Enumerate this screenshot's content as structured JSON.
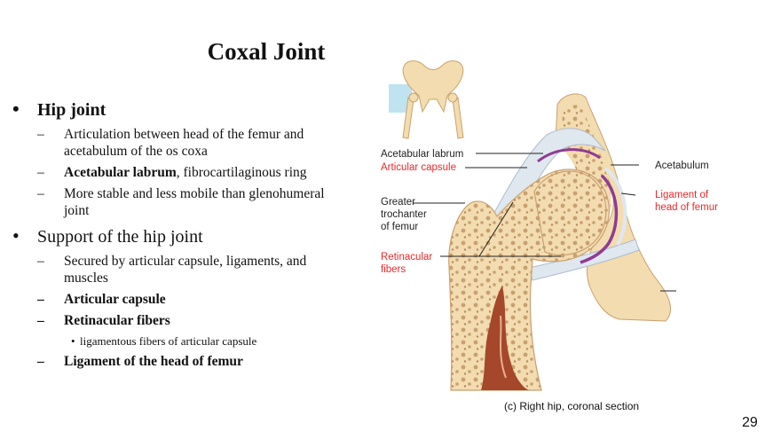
{
  "slide": {
    "title": "Coxal Joint",
    "page_number": "29",
    "bullets": [
      {
        "text": "Hip joint",
        "subs": [
          {
            "lines": [
              "Articulation between head of the femur and",
              "acetabulum of the os coxa"
            ],
            "bold_part": "",
            "rest": ""
          },
          {
            "bold_part": "Acetabular labrum",
            "rest": ", fibrocartilaginous ring"
          },
          {
            "lines": [
              "More stable and less mobile than glenohumeral",
              "joint"
            ]
          }
        ]
      },
      {
        "text": "Support of the hip joint",
        "subs": [
          {
            "lines": [
              "Secured by articular capsule, ligaments, and",
              "muscles"
            ]
          },
          {
            "bold_part": "Articular capsule"
          },
          {
            "bold_part": "Retinacular fibers",
            "sub_text": "ligamentous fibers of articular capsule"
          },
          {
            "bold_part": "Ligament of the head of femur"
          }
        ]
      }
    ]
  },
  "figure": {
    "labels": {
      "acetabular_labrum": "Acetabular labrum",
      "articular_capsule": "Articular capsule",
      "greater_trochanter": [
        "Greater",
        "trochanter",
        "of femur"
      ],
      "retinacular_fibers": [
        "Retinacular",
        "fibers"
      ],
      "acetabulum": "Acetabulum",
      "ligament_head_femur": [
        "Ligament of",
        "head of femur"
      ]
    },
    "caption": "(c) Right hip, coronal section",
    "colors": {
      "bone": "#f2dcb0",
      "bone_spongy": "#c9a070",
      "capsule": "#dfe7ef",
      "synovial": "#8e3c93",
      "marrow": "#a5472a",
      "label_red": "#e8282a"
    }
  }
}
